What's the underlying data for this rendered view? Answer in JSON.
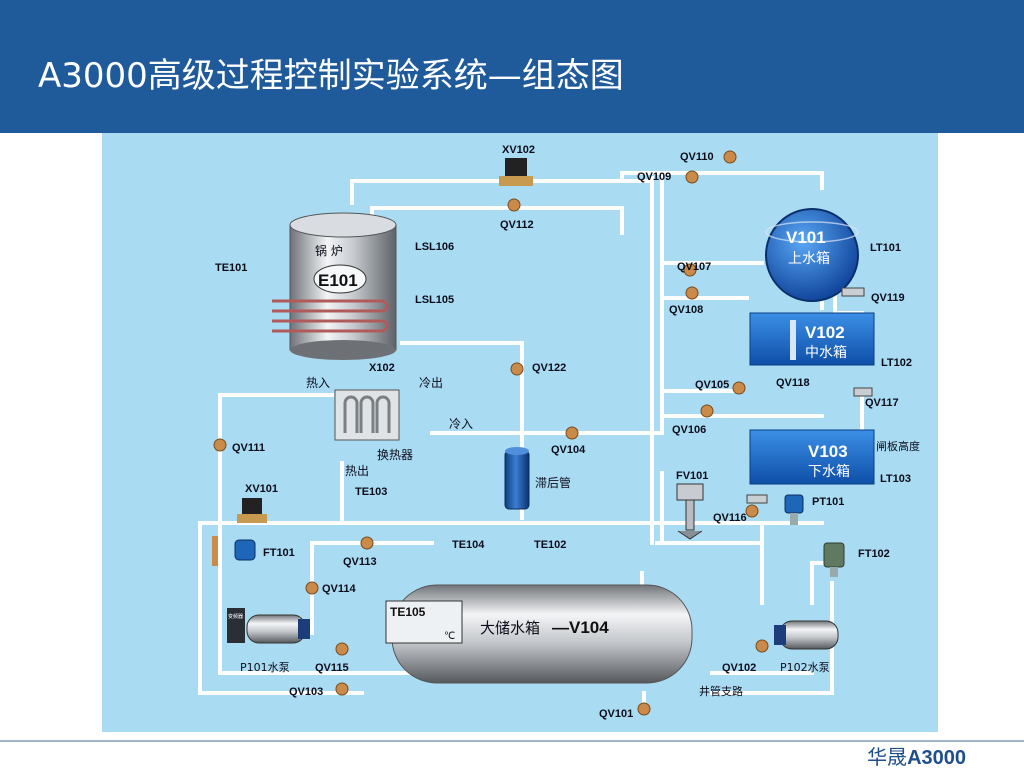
{
  "header": {
    "title": "A3000高级过程控制实验系统—组态图"
  },
  "footer": {
    "brand_cn": "华晟",
    "brand_en": "A3000"
  },
  "colors": {
    "header_bg": "#1f5a9a",
    "diagram_bg": "#a9dcf3",
    "pipe": "#ffffff",
    "tank_blue": "#1a6fd0"
  },
  "labels": {
    "xv102": "XV102",
    "qv110": "QV110",
    "qv109": "QV109",
    "qv112": "QV112",
    "lsl106": "LSL106",
    "lsl105": "LSL105",
    "te101": "TE101",
    "boiler_cn": "锅 炉",
    "boiler_id": "E101",
    "v101_id": "V101",
    "v101_cn": "上水箱",
    "lt101": "LT101",
    "qv107": "QV107",
    "qv108": "QV108",
    "qv119": "QV119",
    "v102_id": "V102",
    "v102_cn": "中水箱",
    "lt102": "LT102",
    "qv122": "QV122",
    "x102": "X102",
    "hot_in": "热入",
    "cold_out": "冷出",
    "cold_in": "冷入",
    "qv105": "QV105",
    "qv118": "QV118",
    "qv117": "QV117",
    "qv106": "QV106",
    "v103_id": "V103",
    "v103_cn": "下水箱",
    "gate_height": "闸板高度",
    "lt103": "LT103",
    "qv111": "QV111",
    "hot_out": "热出",
    "exchanger_cn": "换热器",
    "te103": "TE103",
    "qv104": "QV104",
    "lag_pipe": "滞后管",
    "fv101": "FV101",
    "pt101": "PT101",
    "qv116": "QV116",
    "xv101": "XV101",
    "ft101": "FT101",
    "qv113": "QV113",
    "te104": "TE104",
    "te102": "TE102",
    "ft102": "FT102",
    "qv114": "QV114",
    "te105": "TE105",
    "celsius": "℃",
    "v104_cn": "大储水箱",
    "v104_id": "—V104",
    "inverter": "变频器",
    "p101": "P101水泵",
    "qv115": "QV115",
    "qv102": "QV102",
    "p102": "P102水泵",
    "qv103": "QV103",
    "well_branch": "井管支路",
    "qv101": "QV101"
  }
}
